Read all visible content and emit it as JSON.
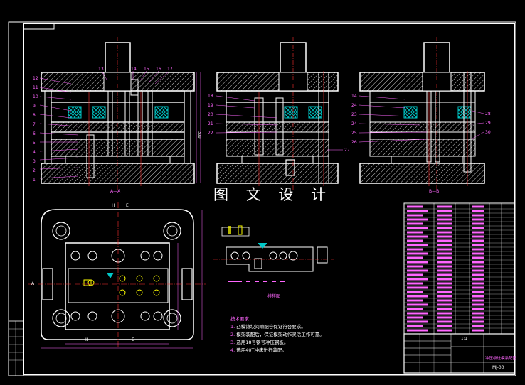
{
  "stamp": "图 文 设 计",
  "section_labels": {
    "left": "A—A",
    "right": "B—B",
    "strip": "排样图"
  },
  "top_view_labels": {
    "h_left": "H",
    "e_left": "E",
    "h_right": "H",
    "e_right": "E",
    "a_left": "A"
  },
  "balloons_left": [
    "12",
    "11",
    "10",
    "9",
    "8",
    "7",
    "6",
    "5",
    "4",
    "3",
    "2",
    "1"
  ],
  "balloons_top": [
    "13",
    "14",
    "15",
    "16",
    "17"
  ],
  "balloons_mid": [
    "18",
    "19",
    "20",
    "21",
    "22"
  ],
  "balloons_right": [
    "14",
    "24",
    "23",
    "24",
    "25",
    "26"
  ],
  "balloons_far_right": [
    "28",
    "29",
    "30"
  ],
  "balloon_27": "27",
  "notes": {
    "title": "技术要求：",
    "items": [
      {
        "num": "1.",
        "text": "凸模镶块间隙配合保证符合要求。"
      },
      {
        "num": "2.",
        "text": "模架装配后，保证模架动作灵活工作可靠。"
      },
      {
        "num": "3.",
        "text": "选用18号钢号冲压钢板。"
      },
      {
        "num": "4.",
        "text": "选用40T冲床进行装配。"
      }
    ]
  },
  "title_block": {
    "scale": "1:1",
    "drawing_no": "MJ-00",
    "name": "冲压级进模装配图"
  },
  "colors": {
    "background": "#000000",
    "outline": "#ffffff",
    "centerline": "#ff3030",
    "dimension": "#ff66ff",
    "hatch": "#ffffff",
    "accent": "#00c8c8",
    "yellow": "#ffff00"
  }
}
